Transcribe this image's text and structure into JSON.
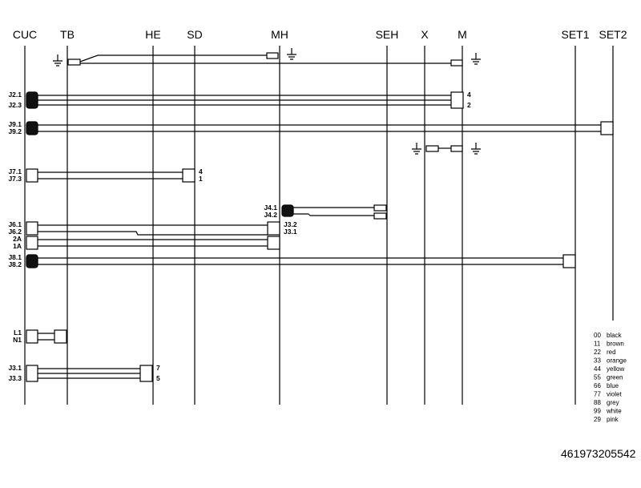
{
  "columns": [
    "CUC",
    "TB",
    "HE",
    "SD",
    "MH",
    "SEH",
    "X",
    "M",
    "SET1",
    "SET2"
  ],
  "connectors": {
    "j2": [
      "J2.1",
      "J2.3"
    ],
    "j2_pins": [
      "4",
      "2"
    ],
    "j9": [
      "J9.1",
      "J9.2"
    ],
    "j7": [
      "J7.1",
      "J7.3"
    ],
    "j7_pins": [
      "4",
      "1"
    ],
    "j4": [
      "J4.1",
      "J4.2"
    ],
    "j6": [
      "J6.1",
      "J6.2"
    ],
    "j3mh": [
      "J3.2",
      "J3.1"
    ],
    "a": [
      "2A",
      "1A"
    ],
    "j8": [
      "J8.1",
      "J8.2"
    ],
    "l": [
      "L1",
      "N1"
    ],
    "j3": [
      "J3.1",
      "J3.3"
    ],
    "j3_pins": [
      "7",
      "5"
    ]
  },
  "legend": [
    [
      "00",
      "black"
    ],
    [
      "11",
      "brown"
    ],
    [
      "22",
      "red"
    ],
    [
      "33",
      "orange"
    ],
    [
      "44",
      "yellow"
    ],
    [
      "55",
      "green"
    ],
    [
      "66",
      "blue"
    ],
    [
      "77",
      "violet"
    ],
    [
      "88",
      "grey"
    ],
    [
      "99",
      "white"
    ],
    [
      "29",
      "pink"
    ]
  ],
  "part_number": "461973205542"
}
